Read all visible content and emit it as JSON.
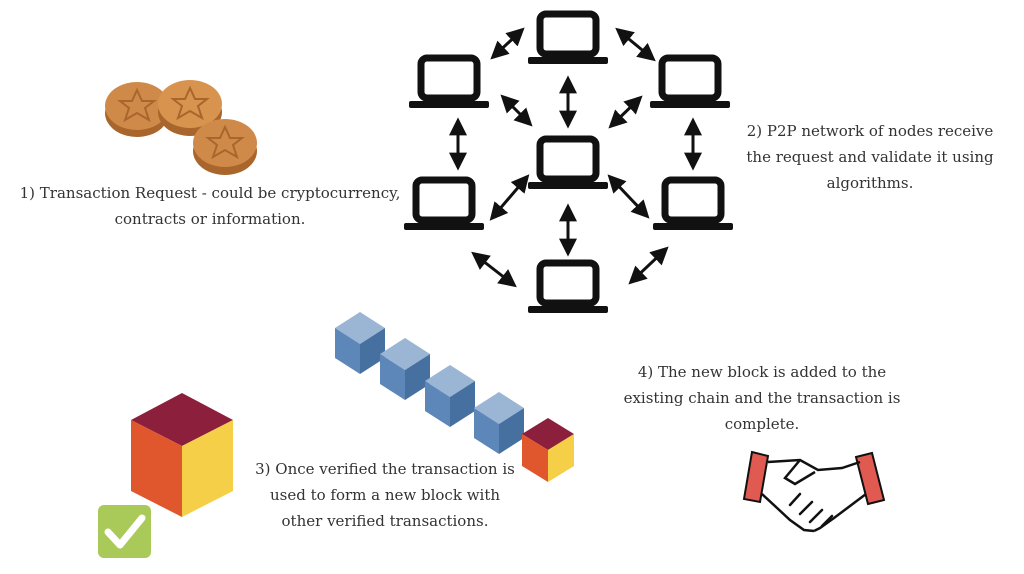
{
  "steps": [
    {
      "lines": [
        "1) Transaction Request - could be cryptocurrency,",
        "contracts or information."
      ]
    },
    {
      "lines": [
        "2) P2P network of nodes receive",
        "the request and validate it using",
        "algorithms."
      ]
    },
    {
      "lines": [
        "3) Once verified the transaction is",
        "used to form a new block with",
        "other verified transactions."
      ]
    },
    {
      "lines": [
        "4) The new block is added to the",
        "existing chain and the transaction is",
        "complete."
      ]
    }
  ],
  "icons": {
    "step1": "coins-icon",
    "step2": "laptop-network-icon",
    "step3_chain": "block-chain-icon",
    "step3_block": "new-block-icon",
    "step3_check": "checkmark-icon",
    "step4": "handshake-icon"
  },
  "colors": {
    "coin": "#cf8a4a",
    "coin_dark": "#a9662c",
    "laptop": "#111111",
    "chain_block_top": "#9bb5d4",
    "chain_block_left": "#5d87b9",
    "chain_block_right": "#46709f",
    "new_block_top": "#8c1f3c",
    "new_block_left": "#e0572d",
    "new_block_right": "#f5cf47",
    "check": "#a9c959",
    "handshake": "#e05a52"
  }
}
